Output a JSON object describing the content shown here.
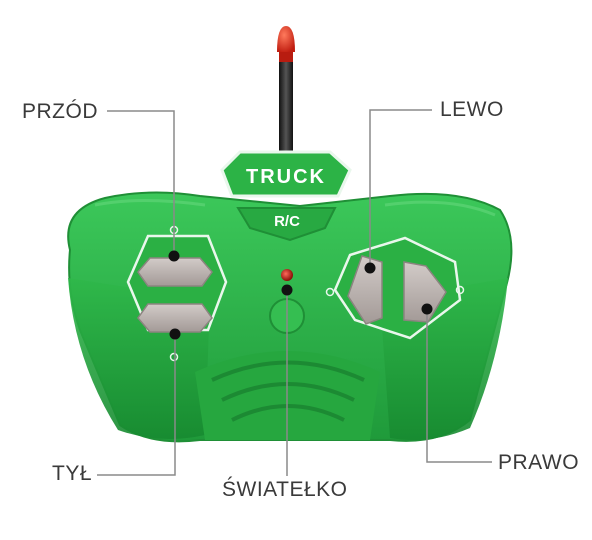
{
  "remote": {
    "badge_text": "TRUCK",
    "model_text": "R/C"
  },
  "callouts": {
    "forward": "PRZÓD",
    "back": "TYŁ",
    "left": "LEWO",
    "right": "PRAWO",
    "light": "ŚWIATEŁKO"
  },
  "colors": {
    "body_green": "#2fb84a",
    "body_shadow": "#1f8f36",
    "button_gray": "#b7aeab",
    "antenna_tip": "#e0301e",
    "leader_line": "#8a8a8a"
  }
}
